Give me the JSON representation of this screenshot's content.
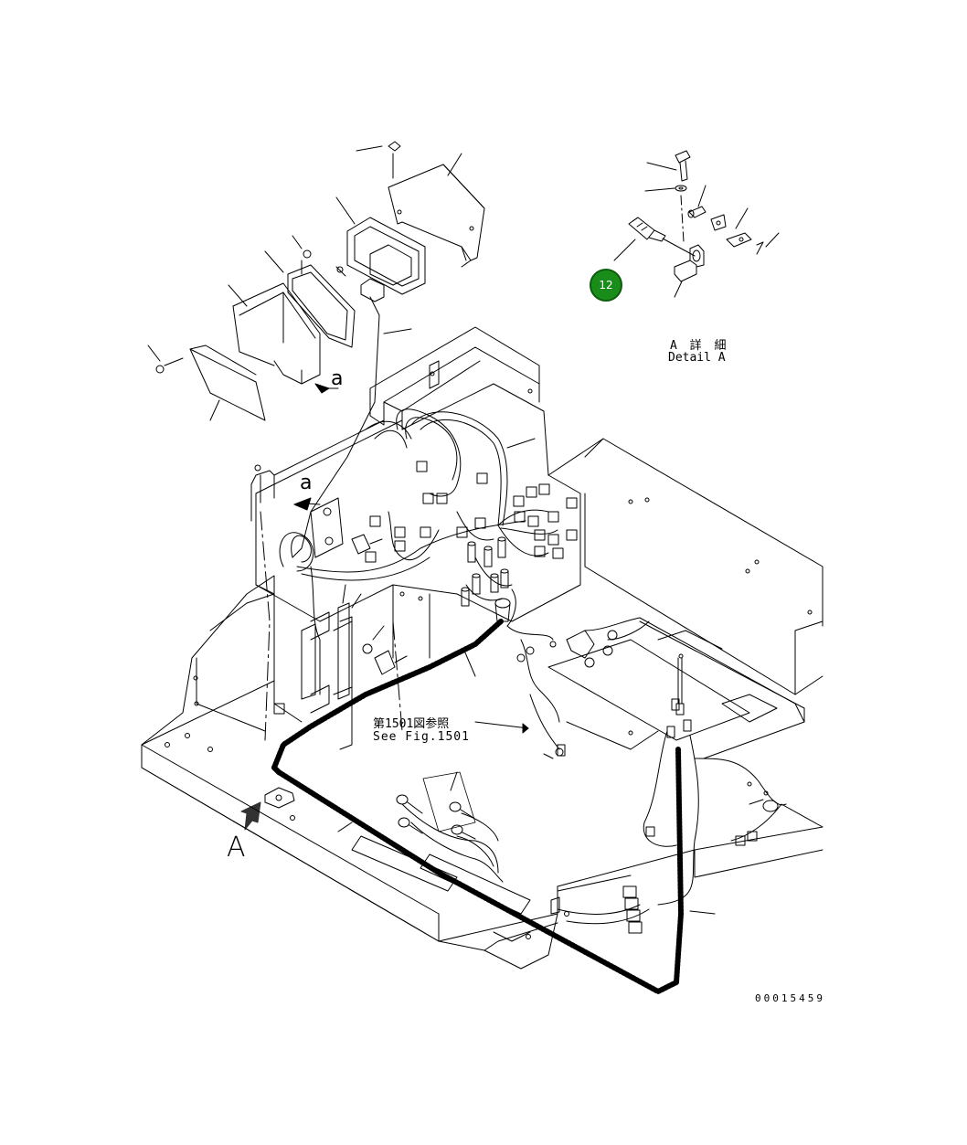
{
  "diagram": {
    "detail_label_ja": "A 詳 細",
    "detail_label_en": "Detail A",
    "view_a_label": "a",
    "view_a_label_2": "a",
    "view_arrow_label": "A",
    "see_fig_ja": "第1501図参照",
    "see_fig_en": "See Fig.1501",
    "drawing_number": "00015459"
  },
  "callouts": [
    {
      "id": "12",
      "label": "12"
    }
  ],
  "colors": {
    "line": "#000000",
    "callout_fill": "#1a8c1a",
    "callout_border": "#0b5e0b",
    "callout_text": "#ffffff"
  }
}
